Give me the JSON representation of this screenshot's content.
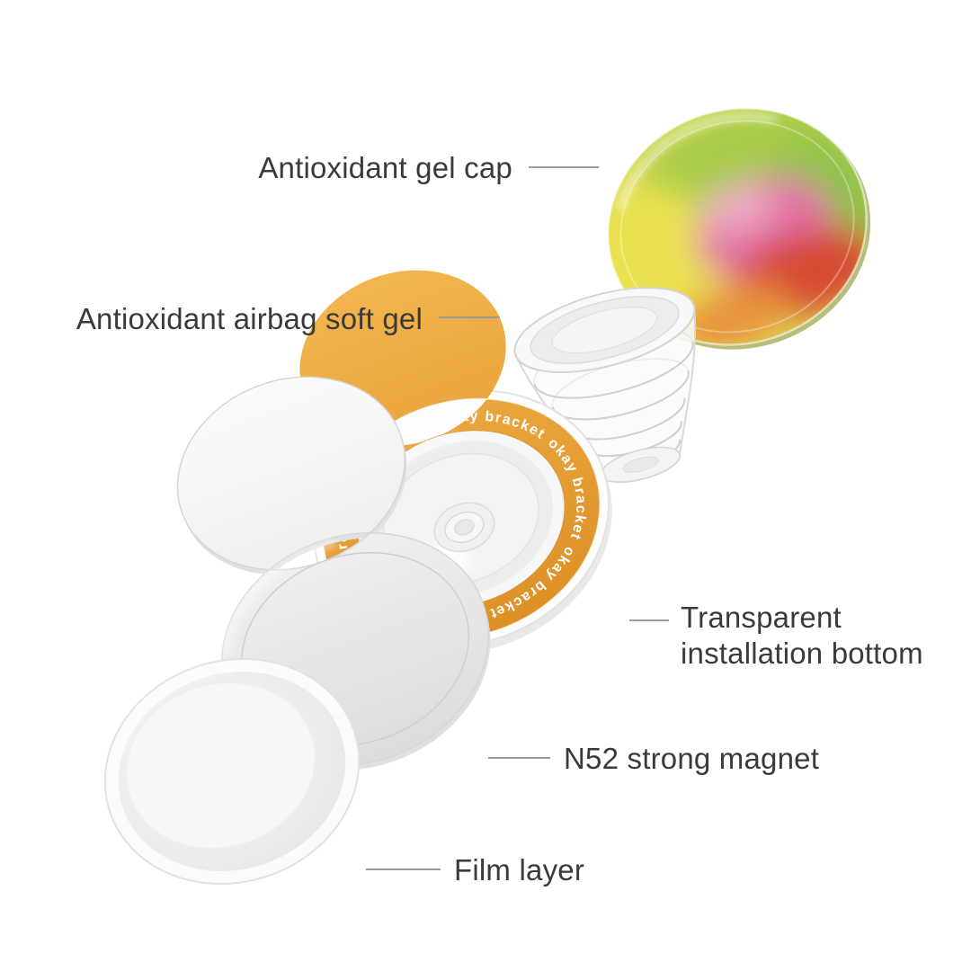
{
  "diagram": {
    "background": "#ffffff",
    "ring_text": "okay bracket",
    "labels": {
      "gel_cap": "Antioxidant gel cap",
      "airbag": "Antioxidant airbag soft gel",
      "install_bottom": "Transparent installation bottom",
      "magnet": "N52 strong magnet",
      "film": "Film layer"
    },
    "colors": {
      "label_text": "#3a3a3a",
      "leader_line": "#9b9b9b",
      "bracket_ring_orange": "#eca93f",
      "ring_text_color": "#ffffff",
      "cap_swatch_yellow": "#e0dc55",
      "cap_swatch_green": "#a9cc49",
      "cap_swatch_pink": "#e26fa5",
      "cap_swatch_red": "#d64a33",
      "cap_swatch_orange": "#e8933c"
    }
  }
}
